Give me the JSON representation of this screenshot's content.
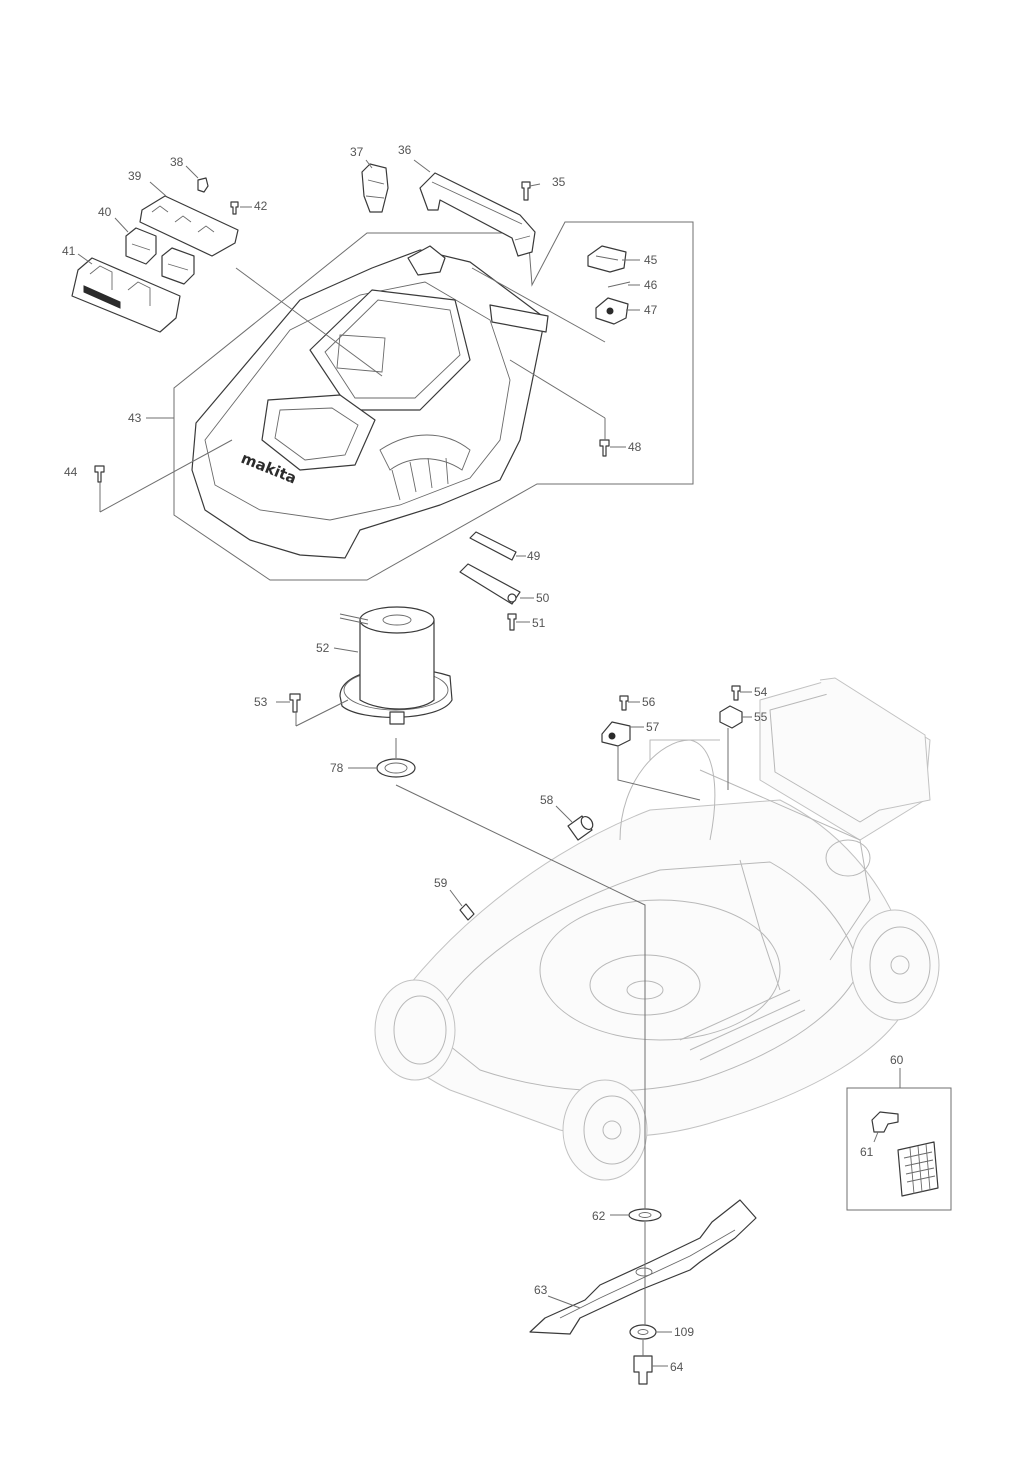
{
  "brand_logo": "makita",
  "line_color": "#3a3a3a",
  "ghost_color": "#b8b8b8",
  "callouts": {
    "p35": "35",
    "p36": "36",
    "p37": "37",
    "p38": "38",
    "p39": "39",
    "p40": "40",
    "p41": "41",
    "p42": "42",
    "p43": "43",
    "p44": "44",
    "p45": "45",
    "p46": "46",
    "p47": "47",
    "p48": "48",
    "p49": "49",
    "p50": "50",
    "p51": "51",
    "p52": "52",
    "p53": "53",
    "p54": "54",
    "p55": "55",
    "p56": "56",
    "p57": "57",
    "p58": "58",
    "p59": "59",
    "p60": "60",
    "p61": "61",
    "p62": "62",
    "p63": "63",
    "p64": "64",
    "p78": "78",
    "p109": "109"
  }
}
